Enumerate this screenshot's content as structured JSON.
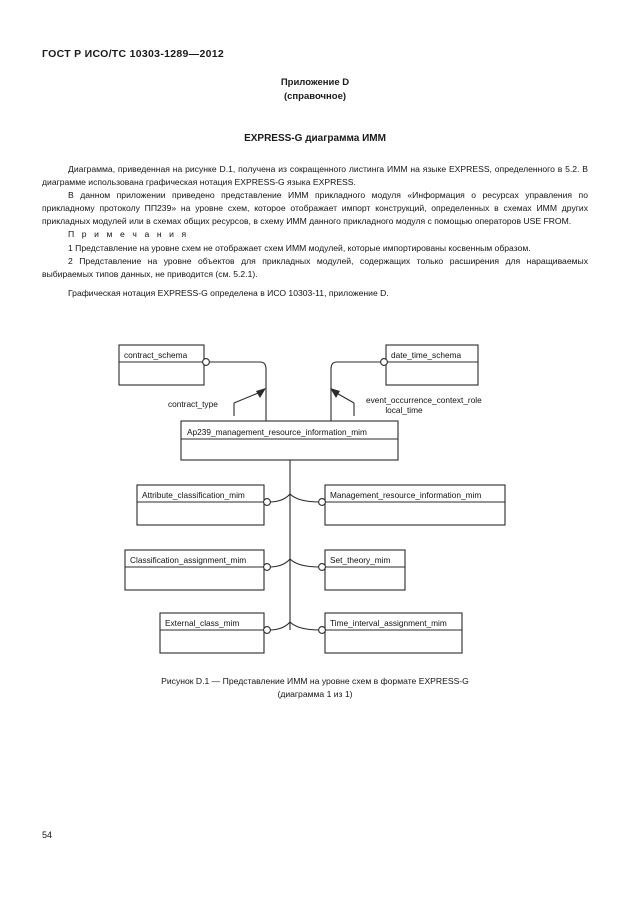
{
  "document": {
    "header": "ГОСТ Р ИСО/ТС 10303-1289—2012",
    "page_number": "54"
  },
  "annex": {
    "title": "Приложение D",
    "subtitle": "(справочное)"
  },
  "section": {
    "title": "EXPRESS-G диаграмма ИММ"
  },
  "body": {
    "paragraphs": [
      "Диаграмма, приведенная на рисунке D.1, получена из сокращенного листинга ИММ на языке EXPRESS, определенного в 5.2. В диаграмме использована графическая нотация EXPRESS-G языка EXPRESS.",
      "В данном приложении приведено представление ИММ прикладного модуля «Информация о ресурсах управления по прикладному протоколу ПП239» на уровне схем, которое отображает импорт конструкций, определенных в схемах ИММ других прикладных модулей или в схемах общих ресурсов, в схему ИММ данного прикладного модуля с помощью операторов USE FROM.",
      "П р и м е ч а н и я",
      "1 Представление на уровне схем не отображает схем ИММ модулей, которые импортированы косвенным образом.",
      "2 Представление на уровне объектов для прикладных модулей, содержащих только расширения для наращиваемых выбираемых типов данных, не приводится (см. 5.2.1).",
      "Графическая нотация EXPRESS-G определена в ИСО 10303-11, приложение D."
    ]
  },
  "figure": {
    "caption_line1": "Рисунок  D.1 — Представление ИММ на уровне схем в формате EXPRESS-G",
    "caption_line2": "(диаграмма 1 из 1)",
    "colors": {
      "stroke": "#2b2b2b",
      "fill": "#ffffff",
      "text": "#111111"
    },
    "nodes": {
      "contract_schema": "contract_schema",
      "date_time_schema": "date_time_schema",
      "main": "Ap239_management_resource_information_mim",
      "attribute_classification_mim": "Attribute_classification_mim",
      "management_resource_information_mim": "Management_resource_information_mim",
      "classification_assignment_mim": "Classification_assignment_mim",
      "set_theory_mim": "Set_theory_mim",
      "external_class_mim": "External_class_mim",
      "time_interval_assignment_mim": "Time_interval_assignment_mim"
    },
    "edge_labels": {
      "contract_type": "contract_type",
      "event_occurrence_context_role": "event_occurrence_context_role",
      "local_time": "local_time"
    }
  }
}
